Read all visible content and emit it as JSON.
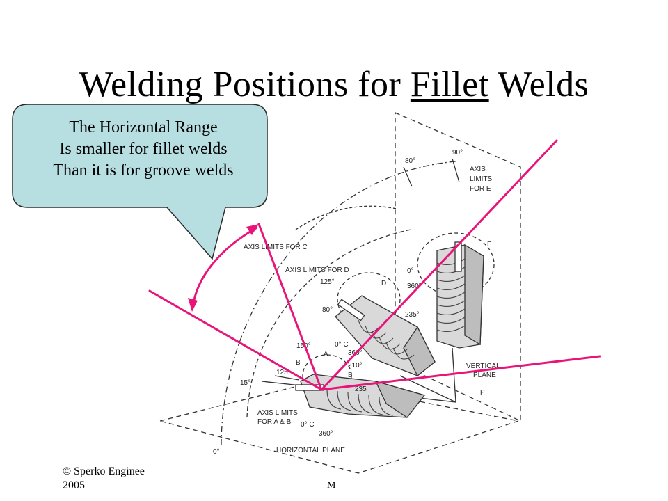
{
  "slide": {
    "title_pre": "Welding Positions for ",
    "title_underlined": "Fillet",
    "title_post": " Welds",
    "callout": {
      "line1": "The Horizontal Range",
      "line2": "Is smaller for fillet welds",
      "line3": "Than it is for groove welds"
    },
    "footer_left_line1": "© Sperko Enginee",
    "footer_left_line2": "2005",
    "footer_mid": "M"
  },
  "diagram": {
    "labels": {
      "axis_limits_c": "AXIS LIMITS FOR C",
      "axis_limits_d": "AXIS LIMITS FOR D",
      "axis_limits_e_1": "AXIS",
      "axis_limits_e_2": "LIMITS",
      "axis_limits_e_3": "FOR E",
      "axis_limits_ab_1": "AXIS LIMITS",
      "axis_limits_ab_2": "FOR A & B",
      "vertical_plane_1": "VERTICAL",
      "vertical_plane_2": "PLANE",
      "horizontal_plane": "HORIZONTAL PLANE",
      "deg_80_top": "80°",
      "deg_90": "90°",
      "deg_125_d": "125°",
      "deg_80_d": "80°",
      "deg_0_e": "0°",
      "deg_360_e": "360°",
      "deg_235_d": "235°",
      "deg_150": "150°",
      "deg_0c": "0° C",
      "deg_360_c": "360°",
      "deg_210": "210°",
      "deg_125_b": "125",
      "deg_15": "15°",
      "deg_235_b": "235",
      "deg_0_c_low": "0° C",
      "deg_360_low": "360°",
      "deg_0_floor": "0°",
      "letter_a": "A",
      "letter_b1": "B",
      "letter_b2": "B",
      "letter_d": "D",
      "letter_e": "E",
      "letter_p": "P"
    },
    "colors": {
      "overlay": "#e8147a",
      "drawing": "#333333",
      "callout_fill": "#b7dfe2"
    }
  }
}
